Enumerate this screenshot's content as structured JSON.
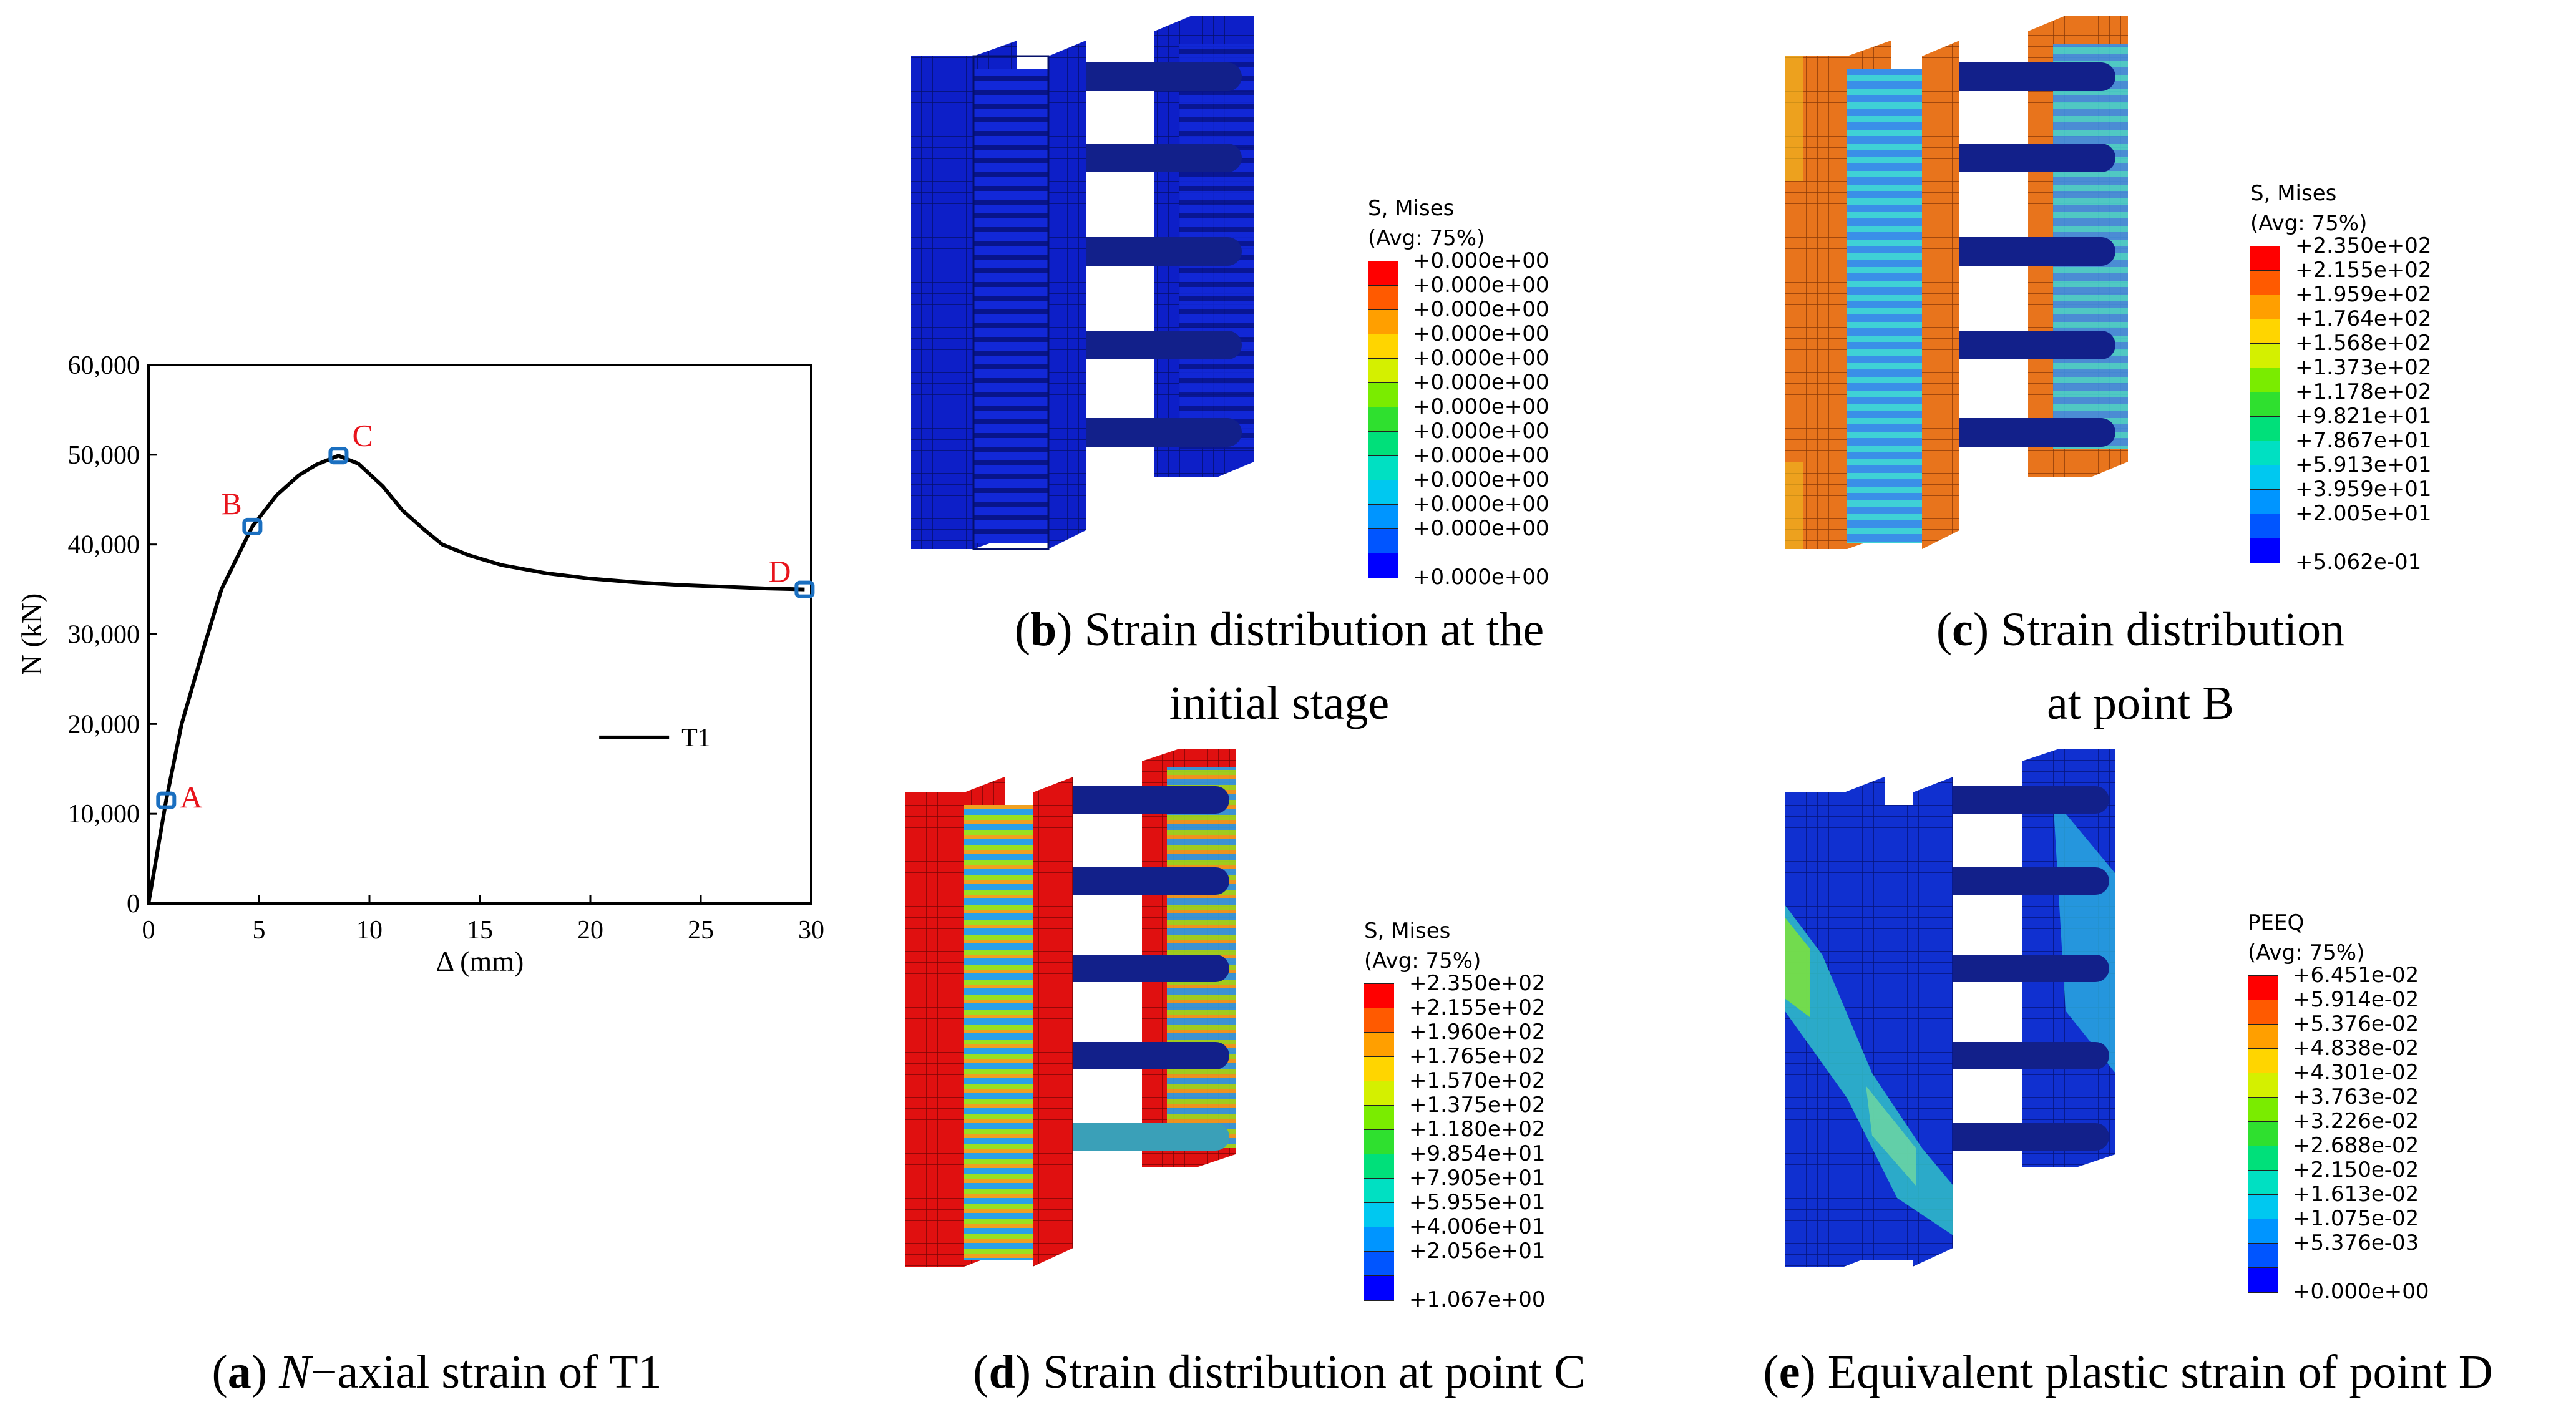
{
  "panel_a": {
    "caption_prefix": "(",
    "caption_letter": "a",
    "caption_suffix": ") ",
    "caption_var": "N",
    "caption_rest": "−axial strain of T1"
  },
  "panel_b": {
    "caption_letter": "b",
    "caption_line1": ") Strain distribution at the",
    "caption_line2": "initial stage"
  },
  "panel_c": {
    "caption_letter": "c",
    "caption_line1": ") Strain distribution",
    "caption_line2": "at point B"
  },
  "panel_d": {
    "caption_letter": "d",
    "caption_line1": ") Strain distribution at point C"
  },
  "panel_e": {
    "caption_letter": "e",
    "caption_line1": ") Equivalent plastic strain of point D"
  },
  "legend_b": {
    "title1": "S, Mises",
    "title2": "(Avg: 75%)",
    "values": [
      "+0.000e+00",
      "+0.000e+00",
      "+0.000e+00",
      "+0.000e+00",
      "+0.000e+00",
      "+0.000e+00",
      "+0.000e+00",
      "+0.000e+00",
      "+0.000e+00",
      "+0.000e+00",
      "+0.000e+00",
      "+0.000e+00",
      "+0.000e+00"
    ]
  },
  "legend_c": {
    "title1": "S, Mises",
    "title2": "(Avg: 75%)",
    "values": [
      "+2.350e+02",
      "+2.155e+02",
      "+1.959e+02",
      "+1.764e+02",
      "+1.568e+02",
      "+1.373e+02",
      "+1.178e+02",
      "+9.821e+01",
      "+7.867e+01",
      "+5.913e+01",
      "+3.959e+01",
      "+2.005e+01",
      "+5.062e-01"
    ]
  },
  "legend_d": {
    "title1": "S, Mises",
    "title2": "(Avg: 75%)",
    "values": [
      "+2.350e+02",
      "+2.155e+02",
      "+1.960e+02",
      "+1.765e+02",
      "+1.570e+02",
      "+1.375e+02",
      "+1.180e+02",
      "+9.854e+01",
      "+7.905e+01",
      "+5.955e+01",
      "+4.006e+01",
      "+2.056e+01",
      "+1.067e+00"
    ]
  },
  "legend_e": {
    "title1": "PEEQ",
    "title2": "(Avg: 75%)",
    "values": [
      "+6.451e-02",
      "+5.914e-02",
      "+5.376e-02",
      "+4.838e-02",
      "+4.301e-02",
      "+3.763e-02",
      "+3.226e-02",
      "+2.688e-02",
      "+2.150e-02",
      "+1.613e-02",
      "+1.075e-02",
      "+5.376e-03",
      "+0.000e+00"
    ]
  },
  "contour_colors": [
    "#ff0000",
    "#ff5a00",
    "#ff9f00",
    "#ffd500",
    "#d4f000",
    "#7aec00",
    "#2fe02f",
    "#00e07a",
    "#00e0c2",
    "#00c8f0",
    "#0095ff",
    "#0055ff",
    "#0000ff"
  ],
  "chart_data": {
    "type": "line",
    "title": "",
    "xlabel": "Δ (mm)",
    "ylabel": "N (kN)",
    "xlim": [
      0,
      30
    ],
    "ylim": [
      0,
      60000
    ],
    "xticks": [
      "0",
      "5",
      "10",
      "15",
      "20",
      "25",
      "30"
    ],
    "yticks": [
      "0",
      "10,000",
      "20,000",
      "30,000",
      "40,000",
      "50,000",
      "60,000"
    ],
    "grid": false,
    "legend_position": "center-right",
    "series": [
      {
        "name": "T1",
        "color": "#000000",
        "x": [
          0,
          0.8,
          1.5,
          2.5,
          3.3,
          4.7,
          5.8,
          6.8,
          7.6,
          8.6,
          9.5,
          10.6,
          11.5,
          12.5,
          13.3,
          14.5,
          16.0,
          18.0,
          20.0,
          22.0,
          24.0,
          26.0,
          28.0,
          29.7
        ],
        "y": [
          0,
          11500,
          20000,
          28500,
          35000,
          42000,
          45500,
          47700,
          48900,
          49900,
          49000,
          46500,
          43800,
          41600,
          40000,
          38800,
          37700,
          36800,
          36200,
          35800,
          35500,
          35300,
          35100,
          35000
        ]
      }
    ],
    "markers": [
      {
        "label": "A",
        "x": 0.8,
        "y": 11500
      },
      {
        "label": "B",
        "x": 4.7,
        "y": 42000
      },
      {
        "label": "C",
        "x": 8.6,
        "y": 49900
      },
      {
        "label": "D",
        "x": 29.7,
        "y": 35000
      }
    ]
  }
}
